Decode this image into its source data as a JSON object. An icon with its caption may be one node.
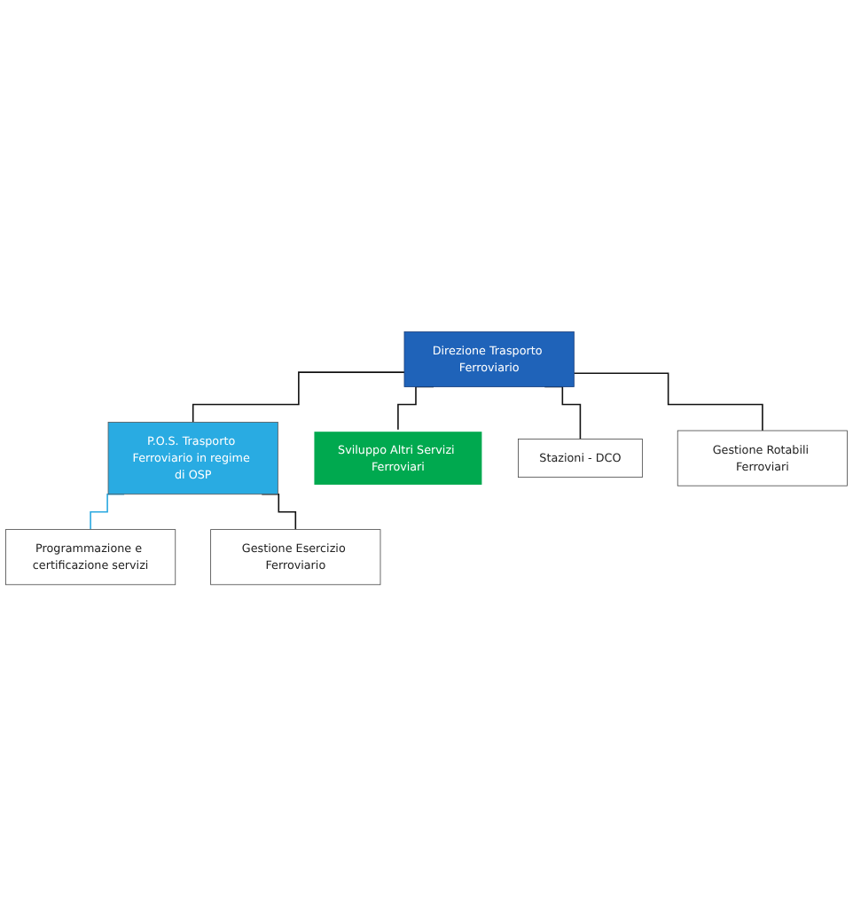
{
  "diagram": {
    "nodes": [
      {
        "text": [
          "Direzione Trasporto Ferroviario"
        ]
      },
      {
        "text": [
          "P.O.S. Trasporto Ferroviario in regime di OSP"
        ]
      },
      {
        "text": [
          "Programmazione e certificazione servizi"
        ]
      },
      {
        "text": [
          "Sviluppo Altri Servizi Ferroviari"
        ]
      },
      {
        "text": [
          "Stazioni - DCO"
        ]
      },
      {
        "text": [
          "Gestione Rotabili Ferroviari"
        ]
      },
      {
        "text": [
          "Gestione Esercizio Ferroviario"
        ]
      }
    ],
    "edges": [
      {
        "from": 0,
        "to": 1,
        "arrow": "none"
      },
      {
        "from": 1,
        "to": 2,
        "arrow": "none",
        "color": "#29a8e0"
      },
      {
        "from": 1,
        "to": 6,
        "arrow": "none"
      },
      {
        "from": 0,
        "to": 3,
        "arrow": "none"
      },
      {
        "from": 0,
        "to": 4,
        "arrow": "none"
      },
      {
        "from": 0,
        "to": 5,
        "arrow": "none"
      }
    ]
  }
}
